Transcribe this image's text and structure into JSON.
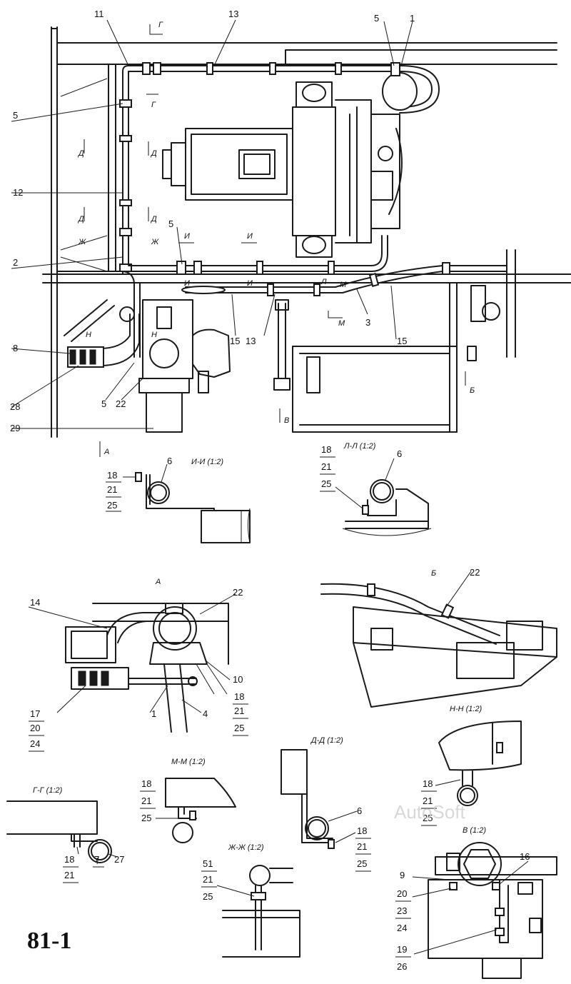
{
  "sheet_number": "81-1",
  "watermark": "AutoSoft",
  "section_marks": {
    "g": "Г",
    "d": "Д",
    "zh": "Ж",
    "i": "И",
    "l": "Л",
    "m": "М",
    "n": "Н",
    "v": "В",
    "b": "Б",
    "a": "А"
  },
  "views": {
    "ii": "И-И (1:2)",
    "ll": "Л-Л (1:2)",
    "a": "А",
    "b": "Б",
    "nn": "Н-Н (1:2)",
    "dd": "Д-Д (1:2)",
    "mm": "М-М (1:2)",
    "gg": "Г-Г (1:2)",
    "zhzh": "Ж-Ж (1:2)",
    "v": "В (1:2)"
  },
  "callouts": {
    "main_11": "11",
    "main_13": "13",
    "main_5_top": "5",
    "main_1_top": "1",
    "main_5_left": "5",
    "main_12": "12",
    "main_5_mid": "5",
    "main_2": "2",
    "main_3": "3",
    "main_15_a": "15",
    "main_13_b": "13",
    "main_15_b": "15",
    "main_8": "8",
    "main_28": "28",
    "main_5_bot": "5",
    "main_22": "22",
    "main_29": "29",
    "ii_18": "18",
    "ii_21": "21",
    "ii_25": "25",
    "ii_6": "6",
    "ll_18": "18",
    "ll_21": "21",
    "ll_25": "25",
    "ll_6": "6",
    "a_14": "14",
    "a_22": "22",
    "a_10": "10",
    "a_18": "18",
    "a_21": "21",
    "a_25": "25",
    "a_17": "17",
    "a_20": "20",
    "a_24": "24",
    "a_1": "1",
    "a_4": "4",
    "b_22": "22",
    "nn_18": "18",
    "nn_21": "21",
    "nn_25": "25",
    "dd_6": "6",
    "dd_18": "18",
    "dd_21": "21",
    "dd_25": "25",
    "mm_18": "18",
    "mm_21": "21",
    "mm_25": "25",
    "gg_18": "18",
    "gg_21": "21",
    "gg_7": "7",
    "gg_27": "27",
    "zhzh_51": "51",
    "zhzh_21": "21",
    "zhzh_25": "25",
    "v_16": "16",
    "v_9": "9",
    "v_20": "20",
    "v_23": "23",
    "v_24": "24",
    "v_19": "19",
    "v_26": "26"
  }
}
